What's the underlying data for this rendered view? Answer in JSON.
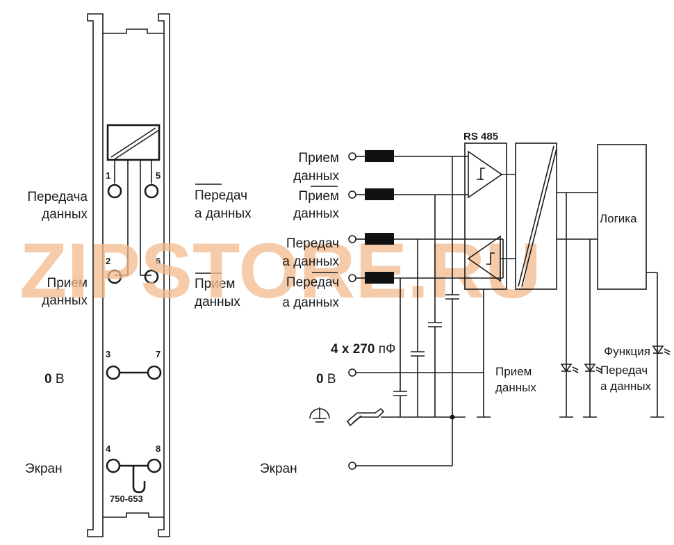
{
  "module": {
    "pins": [
      "1",
      "5",
      "2",
      "6",
      "3",
      "7",
      "4",
      "8"
    ],
    "part_number": "750-653"
  },
  "left_labels": {
    "transmit_line1": "Передача",
    "transmit_line2": "данных",
    "receive_line1": "Прием",
    "receive_line2": "данных",
    "zero_v_bold": "0",
    "zero_v_unit": "В",
    "shield": "Экран"
  },
  "middle_labels": {
    "transmit_n_line1": "Передач",
    "transmit_n_line2": "а данных",
    "receive_n_line1": "Прием",
    "receive_n_line2": "данных"
  },
  "terminal_labels": {
    "rx_line1": "Прием",
    "rx_line2": "данных",
    "rx_n_line1": "Прием",
    "rx_n_line2": "данных",
    "tx_line1": "Передач",
    "tx_line2": "а данных",
    "tx_n_line1": "Передач",
    "tx_n_line2": "а данных",
    "zero_v_bold": "0",
    "zero_v_unit": "В",
    "shield": "Экран",
    "capacitors_bold": "4 x 270",
    "capacitors_unit": "пФ"
  },
  "blocks": {
    "rs485": "RS 485",
    "logic": "Логика"
  },
  "led_labels": {
    "rx_line1": "Прием",
    "rx_line2": "данных",
    "func": "Функция",
    "tx_line1": "Передач",
    "tx_line2": "а данных"
  },
  "watermark": "ZIPSTORE.RU",
  "colors": {
    "watermark": "#f2b98c",
    "ink": "#1a1a1a"
  }
}
